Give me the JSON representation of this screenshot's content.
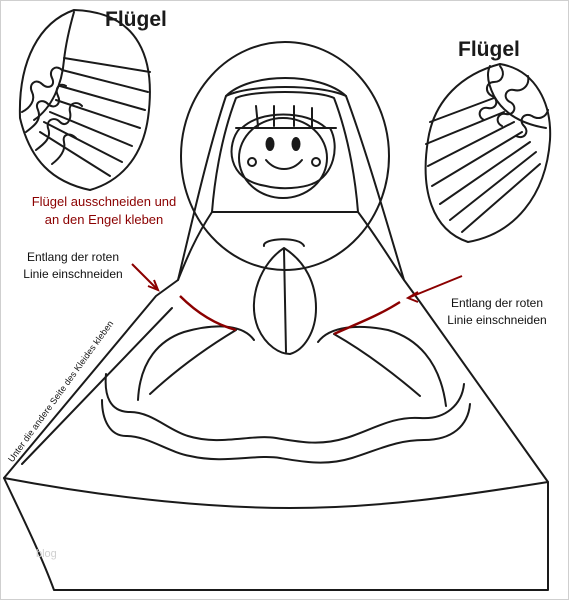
{
  "wing_left": {
    "title": "Flügel"
  },
  "wing_right": {
    "title": "Flügel"
  },
  "instruction_wings": {
    "line1": "Flügel ausschneiden und",
    "line2": "an den Engel kleben"
  },
  "cut_left": {
    "line1": "Entlang der roten",
    "line2": "Linie einschneiden"
  },
  "cut_right": {
    "line1": "Entlang der roten",
    "line2": "Linie einschneiden"
  },
  "glue_strip": {
    "text": "Unter die andere Seite des Kleides kleben"
  },
  "watermark": {
    "text": "blog"
  },
  "colors": {
    "cut_line": "#8b0000",
    "outline": "#1a1a1a",
    "background": "#ffffff"
  }
}
